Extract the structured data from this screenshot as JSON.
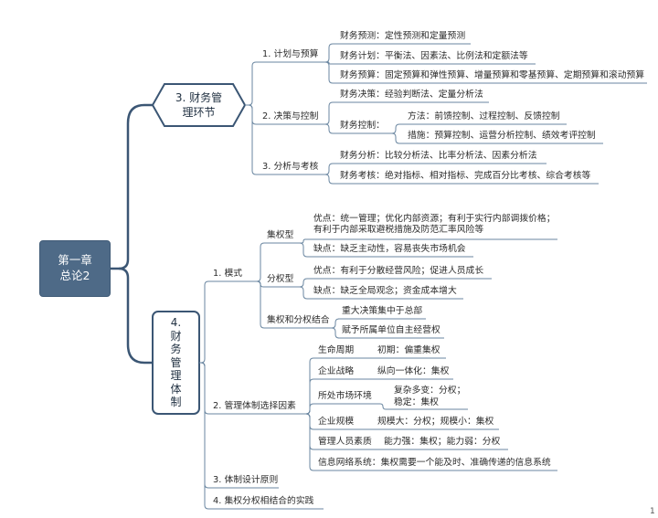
{
  "root": {
    "line1": "第一章",
    "line2": "总论2"
  },
  "management_links": {
    "title": {
      "line1": "3. 财务管",
      "line2": "理环节"
    },
    "plan_budget": {
      "label": "1. 计划与预算",
      "items": [
        "财务预测：定性预测和定量预测",
        "财务计划：平衡法、因素法、比例法和定额法等",
        "财务预算：固定预算和弹性预算、增量预算和零基预算、定期预算和滚动预算"
      ]
    },
    "decision_control": {
      "label": "2. 决策与控制",
      "decision": "财务决策：经验判断法、定量分析法",
      "control": {
        "label": "财务控制：",
        "items": [
          "方法：前馈控制、过程控制、反馈控制",
          "措施：预算控制、运营分析控制、绩效考评控制"
        ]
      }
    },
    "analysis_assessment": {
      "label": "3. 分析与考核",
      "items": [
        "财务分析：比较分析法、比率分析法、因素分析法",
        "财务考核：绝对指标、相对指标、完成百分比考核、综合考核等"
      ]
    }
  },
  "management_system": {
    "title_lines": [
      "4.",
      "财",
      "务",
      "管",
      "理",
      "体",
      "制"
    ],
    "modes": {
      "label": "1. 模式",
      "centralized": {
        "label": "集权型",
        "pros_lines": [
          "优点：统一管理；优化内部资源；有利于实行内部调拨价格；",
          "有利于内部采取避税措施及防范汇率风险等"
        ],
        "cons": "缺点：缺乏主动性，容易丧失市场机会"
      },
      "decentralized": {
        "label": "分权型",
        "pros": "优点：有利于分散经营风险；促进人员成长",
        "cons": "缺点：缺乏全局观念；资金成本增大"
      },
      "combined": {
        "label": "集权和分权结合",
        "items": [
          "重大决策集中于总部",
          "赋予所属单位自主经营权"
        ]
      }
    },
    "selection_factors": {
      "label": "2. 管理体制选择因素",
      "factors": [
        {
          "label": "生命周期",
          "detail": [
            "初期：偏重集权"
          ]
        },
        {
          "label": "企业战略",
          "detail": [
            "纵向一体化：集权"
          ]
        },
        {
          "label": "所处市场环境",
          "detail": [
            "复杂多变：分权；",
            "稳定：集权"
          ]
        },
        {
          "label": "企业规模",
          "detail": [
            "规模大：分权；规模小：集权"
          ]
        },
        {
          "label": "管理人员素质",
          "detail": [
            "能力强：集权；能力弱：分权"
          ]
        }
      ],
      "info_system": "信息网络系统：集权需要一个能及时、准确传递的信息系统"
    },
    "design_principles": "3. 体制设计原则",
    "practice": "4. 集权分权相结合的实践"
  },
  "page_number": "1",
  "colors": {
    "central_topic_fill": "#4e6a87",
    "main_branch_line": "#3b5674",
    "sub_line": "#6a86a0"
  }
}
